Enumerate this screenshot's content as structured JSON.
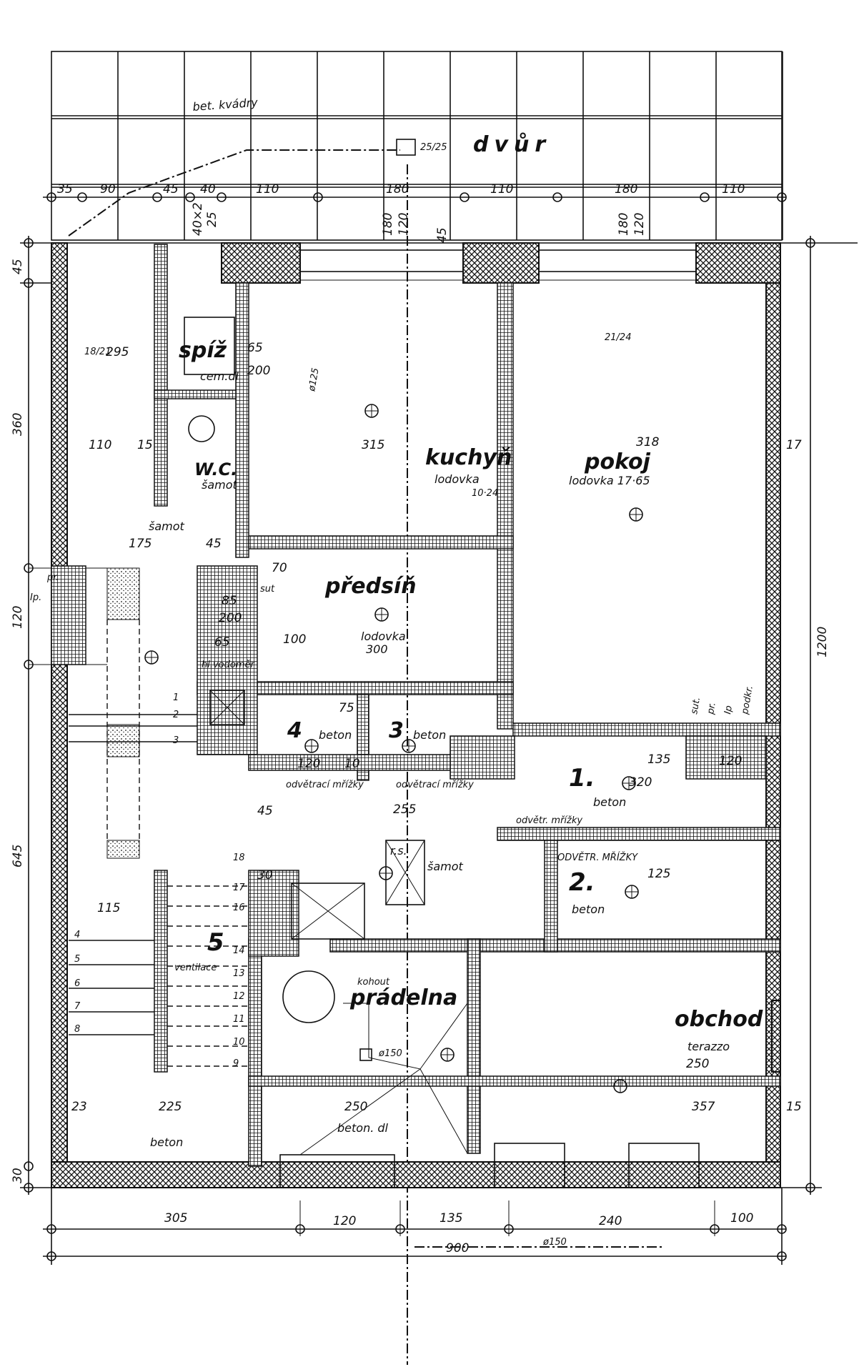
{
  "courtyard": {
    "material": "bet. kvádry",
    "name": "dvůr",
    "drain_size": "25/25"
  },
  "rooms": {
    "spiz": "spíž",
    "spiz_floor": "cem.dl",
    "wc": "W.C.",
    "wc_floor": "šamot",
    "samot": "šamot",
    "kuchyn": "kuchyň",
    "kuchyn_floor": "lodovka",
    "kuchyn_size": "10·24",
    "pokoj": "pokoj",
    "pokoj_floor": "lodovka 17·65",
    "predsin": "předsíň",
    "predsin_floor": "lodovka",
    "predsin_size": "300",
    "cellar4": "4",
    "cellar3": "3",
    "cellar1": "1.",
    "cellar2": "2.",
    "beton": "beton",
    "stair5": "5",
    "pradelna": "prádelna",
    "obchod": "obchod",
    "obchod_floor": "terazzo",
    "beton_dl": "beton. dl",
    "beton_bottom": "beton",
    "rs": "r.s.",
    "rs_floor": "šamot"
  },
  "annotations": {
    "odvetr1": "odvětrací mřížky",
    "odvetr2": "odvětrací mřížky",
    "odvetr3": "odvětr. mřížky",
    "odvetr4": "ODVĚTR. MŘÍŽKY",
    "vodomer": "hl.vodoměr",
    "sut": "sut",
    "ip": "Ip.",
    "pr": "pr.",
    "ventilace": "ventilace",
    "kohout": "kohout",
    "pipe150": "ø150",
    "pipe125": "ø125",
    "pipe150b": "ø150",
    "window_18_21": "18/21",
    "window_21_24": "21/24",
    "sut_right": "sut.",
    "pr_right": "pr.",
    "ip_right": "Ip",
    "podkr": "podkr."
  },
  "dimensions": {
    "top": [
      "35",
      "90",
      "45",
      "40",
      "110",
      "180",
      "110",
      "180",
      "110"
    ],
    "top_vertical": [
      "180",
      "120",
      "180",
      "120",
      "45",
      "40×2",
      "25"
    ],
    "left": [
      "45",
      "360",
      "120",
      "645",
      "30"
    ],
    "right": [
      "1200"
    ],
    "bottom": [
      "305",
      "120",
      "135",
      "240",
      "100"
    ],
    "bottom_total": "900",
    "interior": [
      "110",
      "15",
      "175",
      "45",
      "315",
      "318",
      "17",
      "295",
      "65",
      "200",
      "75",
      "120",
      "10",
      "255",
      "320",
      "135",
      "125",
      "115",
      "225",
      "23",
      "250",
      "357",
      "15",
      "250",
      "120",
      "45",
      "30",
      "100",
      "70",
      "65",
      "85",
      "200"
    ]
  },
  "stairs": [
    "1",
    "2",
    "3",
    "4",
    "5",
    "6",
    "7",
    "8",
    "9",
    "10",
    "11",
    "12",
    "13",
    "14",
    "16",
    "17",
    "18"
  ]
}
